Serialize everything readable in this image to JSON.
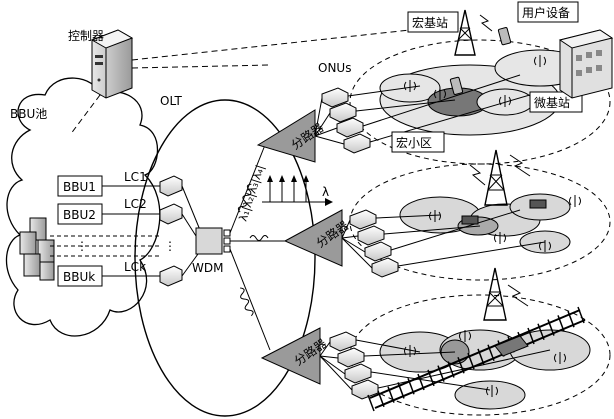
{
  "labels": {
    "controller": "控制器",
    "bbu_pool": "BBU池",
    "olt": "OLT",
    "onus": "ONUs",
    "macro_station": "宏基站",
    "user_device": "用户设备",
    "micro_station": "微基站",
    "macro_cell": "宏小区",
    "wdm": "WDM",
    "lambda": "λ",
    "lambda_seq": "λ₁|λ₂|λ₃|λ₄|",
    "splitter": "分路器",
    "bbu": [
      "BBU1",
      "BBU2",
      "BBUk"
    ],
    "lc": [
      "LC1",
      "LC2",
      "LCk"
    ],
    "dots": "⋮"
  },
  "icons": [
    "server-icon",
    "building-icon",
    "tower-icon",
    "antenna-icon",
    "phone-icon",
    "car-icon",
    "train-track-icon",
    "splitter-icon",
    "onu-icon"
  ]
}
